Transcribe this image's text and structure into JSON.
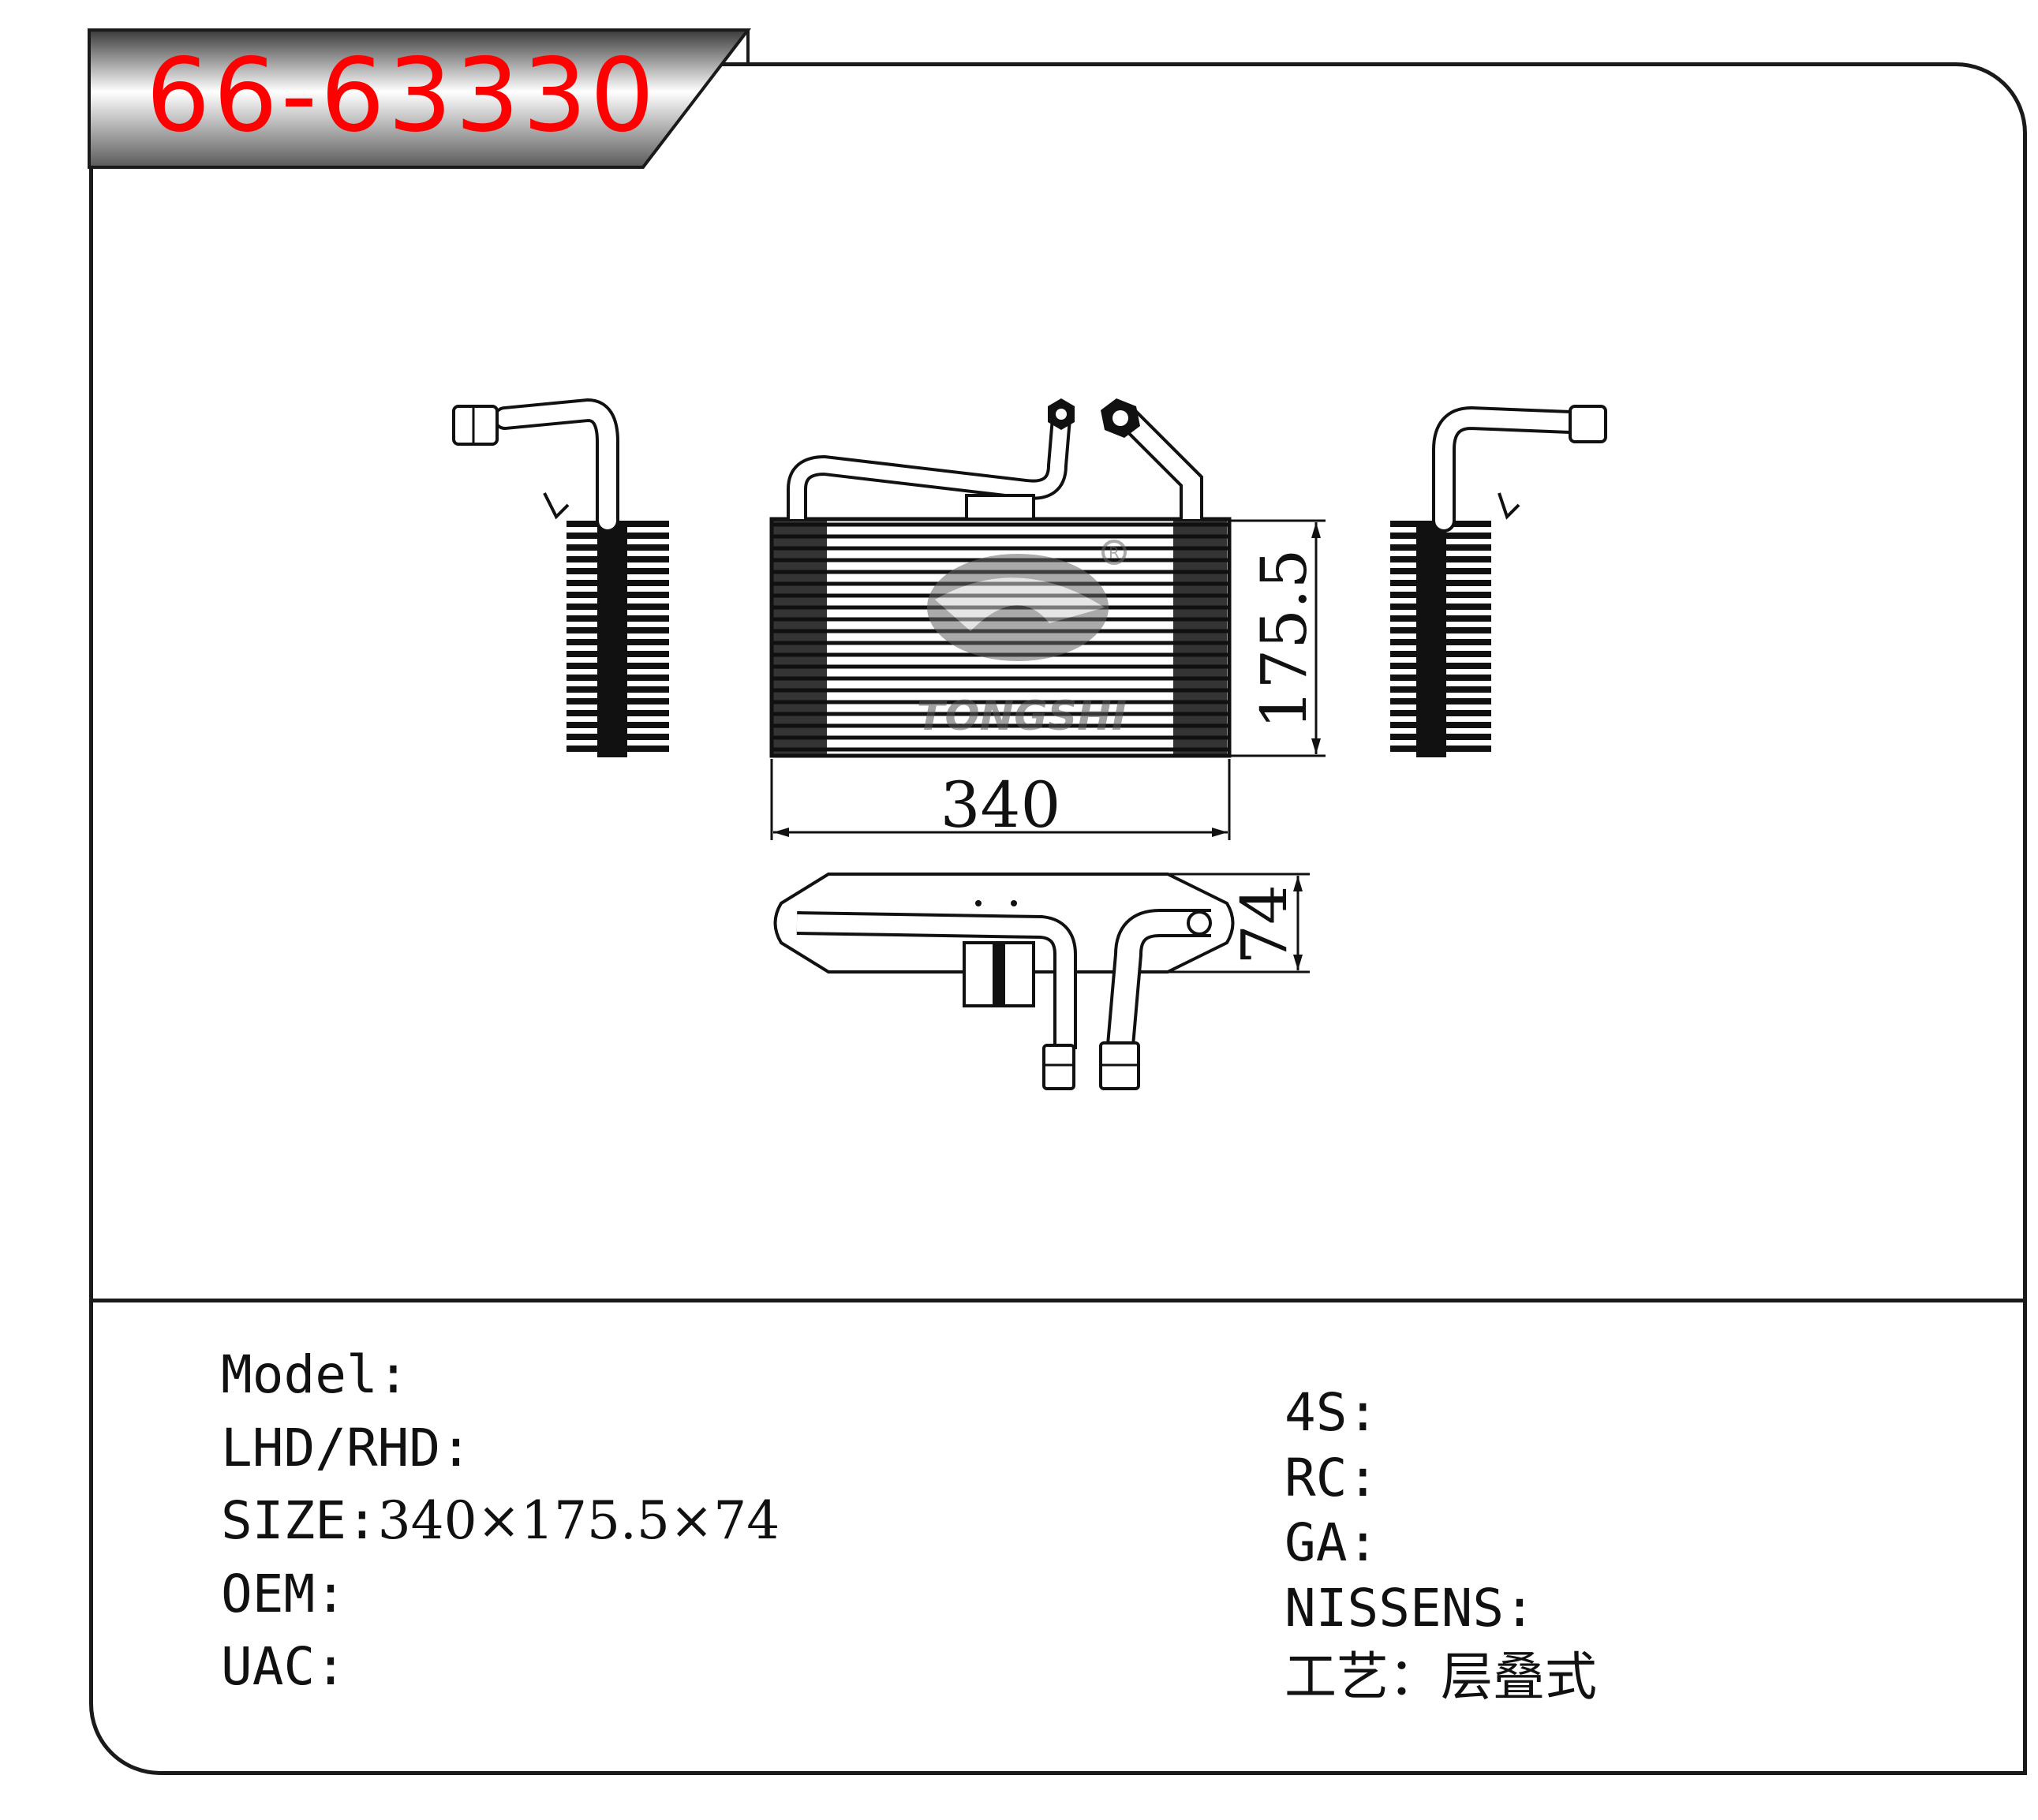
{
  "header": {
    "part_number": "66-63330"
  },
  "drawing": {
    "dim_width": "340",
    "dim_height": "175.5",
    "dim_depth": "74",
    "watermark": "TONGSHI",
    "registered_mark": "R"
  },
  "specs_left": [
    {
      "label": "Model:",
      "value": ""
    },
    {
      "label": "LHD/RHD:",
      "value": ""
    },
    {
      "label": "SIZE:",
      "value": "340×175.5×74"
    },
    {
      "label": "OEM:",
      "value": ""
    },
    {
      "label": "UAC:",
      "value": ""
    }
  ],
  "specs_right": [
    {
      "label": "4S:",
      "value": ""
    },
    {
      "label": "RC:",
      "value": ""
    },
    {
      "label": "GA:",
      "value": ""
    },
    {
      "label": "NISSENS:",
      "value": ""
    },
    {
      "label": "工艺：",
      "value": "层叠式"
    }
  ],
  "colors": {
    "title_red": "#ff0000",
    "line": "#1a1a1a",
    "tab_gradient_dark": "#3a3a3a"
  }
}
